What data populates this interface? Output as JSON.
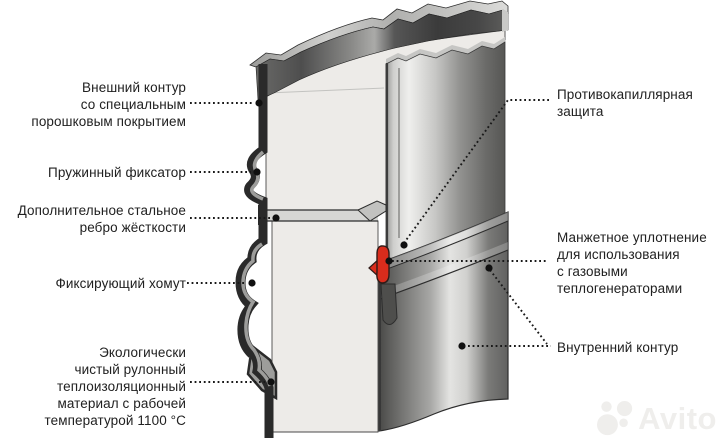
{
  "diagram": {
    "labels": {
      "outer_contour": "Внешний контур\nсо специальным\nпорошковым покрытием",
      "spring_fixator": "Пружинный фиксатор",
      "steel_rib": "Дополнительное стальное\nребро жёсткости",
      "fixing_clamp": "Фиксирующий хомут",
      "insulation": "Экологически\nчистый рулонный\nтеплоизоляционный\nматериал с рабочей\nтемпературой 1100 °C",
      "anti_capillary": "Противокапиллярная\nзащита",
      "cuff_seal": "Манжетное уплотнение\nдля использования\nс газовыми\nтеплогенераторами",
      "inner_contour": "Внутренний контур"
    },
    "colors": {
      "seal_red": "#d92c1c",
      "metal_dark": "#2a2a2a",
      "insulation_white": "#edebe8",
      "label_text": "#212121"
    }
  },
  "watermark": {
    "brand": "Avito"
  }
}
